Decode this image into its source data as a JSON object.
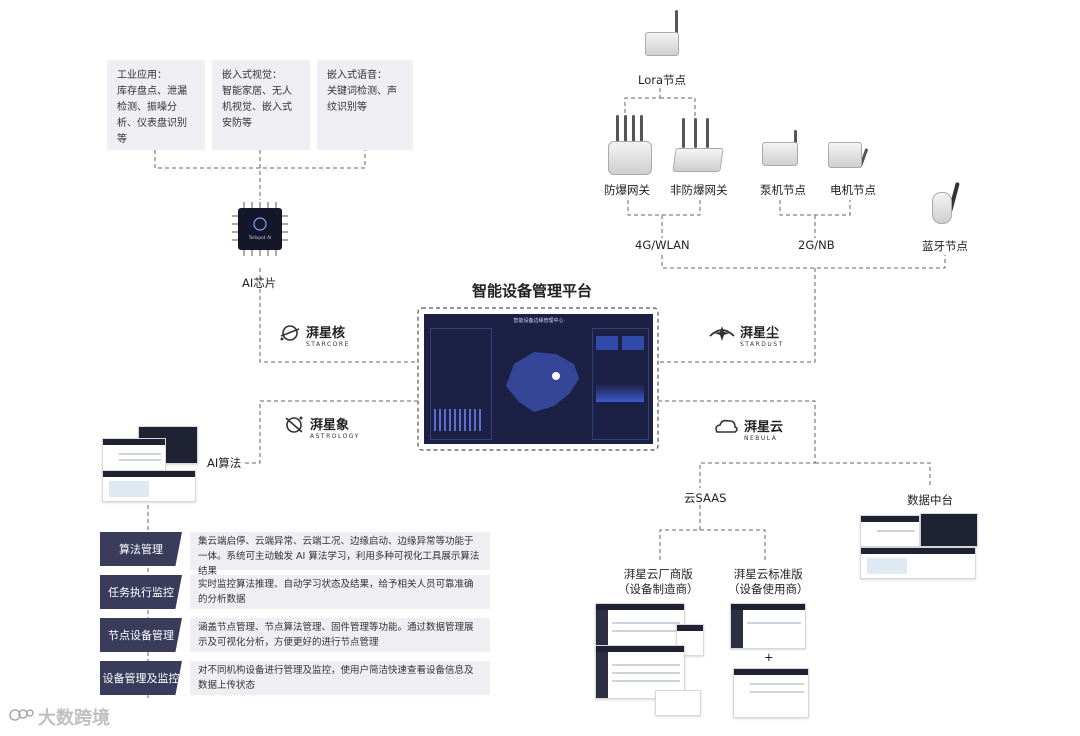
{
  "title": "智能设备管理平台",
  "cards": [
    {
      "text": "工业应用：\n库存盘点、泄漏检测、振噪分析、仪表盘识别等"
    },
    {
      "text": "嵌入式视觉：\n智能家居、无人机视觉、嵌入式安防等"
    },
    {
      "text": "嵌入式语音：\n关键词检测、声纹识别等"
    }
  ],
  "chip": {
    "label": "AI芯片",
    "mark": "Tellspot AI"
  },
  "brands": {
    "starcore": {
      "name": "湃星核",
      "en": "STARCORE"
    },
    "astrology": {
      "name": "湃星象",
      "en": "ASTROLOGY"
    },
    "stardust": {
      "name": "湃星尘",
      "en": "STARDUST"
    },
    "nebula": {
      "name": "湃星云",
      "en": "NEBULA"
    }
  },
  "nodes": {
    "lora": "Lora节点",
    "fb_gateway": "防爆网关",
    "nfb_gateway": "非防爆网关",
    "pump": "泵机节点",
    "motor": "电机节点",
    "bluetooth": "蓝牙节点",
    "net1": "4G/WLAN",
    "net2": "2G/NB"
  },
  "ai_algorithm": "AI算法",
  "cloud_saas": "云SAAS",
  "data_platform": "数据中台",
  "vendor_edition": "湃星云厂商版\n（设备制造商）",
  "standard_edition": "湃星云标准版\n（设备使用商）",
  "plus": "+",
  "dashboard_title": "智能设备边缘管理中心",
  "functions": [
    {
      "title": "算法管理",
      "desc": "集云端启停、云端异常、云端工况、边缘启动、边缘异常等功能于一体。系统可主动触发 AI 算法学习，利用多种可视化工具展示算法结果"
    },
    {
      "title": "任务执行监控",
      "desc": "实时监控算法推理、自动学习状态及结果，给予相关人员可靠准确的分析数据"
    },
    {
      "title": "节点设备管理",
      "desc": "涵盖节点管理、节点算法管理、固件管理等功能。通过数据管理展示及可视化分析，方便更好的进行节点管理"
    },
    {
      "title": "设备管理及监控",
      "desc": "对不同机构设备进行管理及监控，使用户简洁快速查看设备信息及数据上传状态"
    }
  ],
  "watermark": "大数跨境",
  "colors": {
    "dark_panel": "#3a3c5c",
    "light_panel": "#eeeef3",
    "dashboard": "#1d2045"
  }
}
